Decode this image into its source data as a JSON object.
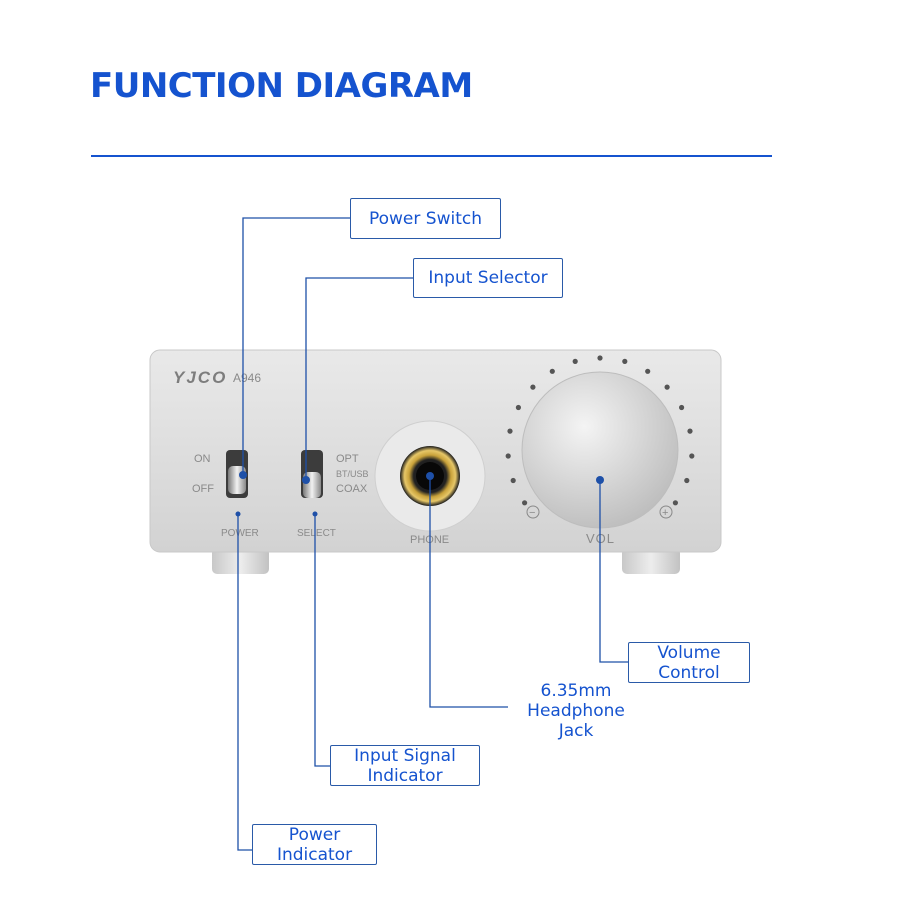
{
  "title": "FUNCTION DIAGRAM",
  "device": {
    "brand": "YJCO",
    "model": "A946",
    "power_on": "ON",
    "power_off": "OFF",
    "power_label": "POWER",
    "input_opt": "OPT",
    "input_btusb": "BT/USB",
    "input_coax": "COAX",
    "select_label": "SELECT",
    "phone_label": "PHONE",
    "vol_label": "VOL",
    "vol_minus": "−",
    "vol_plus": "+"
  },
  "callouts": {
    "power_switch": "Power Switch",
    "input_selector": "Input Selector",
    "volume_control": [
      "Volume",
      "Control"
    ],
    "headphone_jack": [
      "6.35mm",
      "Headphone",
      "Jack"
    ],
    "input_signal_indicator": [
      "Input Signal",
      "Indicator"
    ],
    "power_indicator": [
      "Power",
      "Indicator"
    ]
  },
  "colors": {
    "accent": "#1553cf",
    "leader_line": "#1e50a8",
    "panel": "#dcdcdc"
  }
}
